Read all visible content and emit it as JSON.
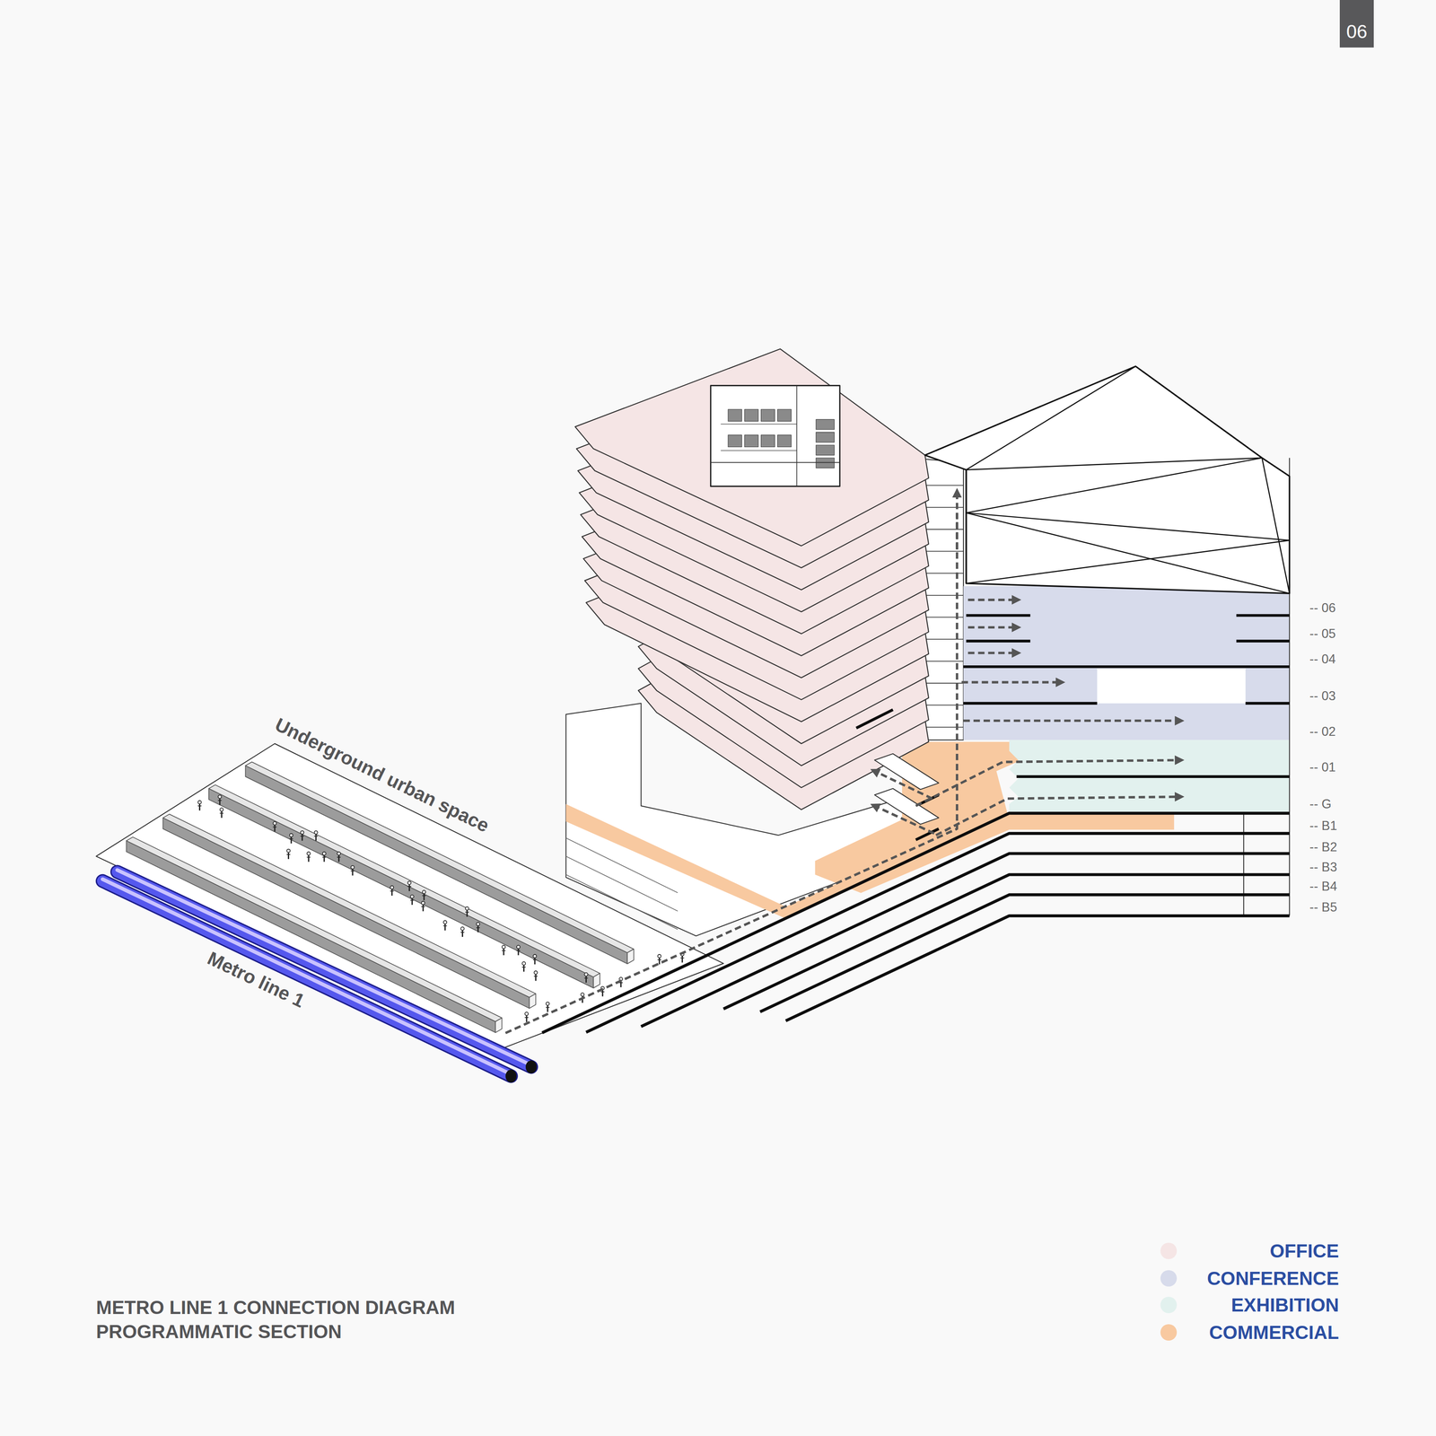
{
  "diagram": {
    "title": "METRO LINE 1 CONNECTION DIAGRAM",
    "caption": "PROGRAMMATIC SECTION",
    "nodes": [
      {
        "text": [
          "06"
        ]
      }
    ],
    "labels": [
      "Underground urban space",
      "Metro line 1",
      "-- 06",
      "-- 05",
      "-- 04",
      "-- 03",
      "-- 02",
      "-- 01",
      "-- G",
      "-- B1",
      "-- B2",
      "-- B3",
      "-- B4",
      "-- B5"
    ],
    "legend": [
      {
        "text": "OFFICE",
        "color": "#f5e5e5"
      },
      {
        "text": "CONFERENCE",
        "color": "#d7dbeb"
      },
      {
        "text": "EXHIBITION",
        "color": "#e2f1ee"
      },
      {
        "text": "COMMERCIAL",
        "color": "#f8c9a0"
      }
    ]
  }
}
